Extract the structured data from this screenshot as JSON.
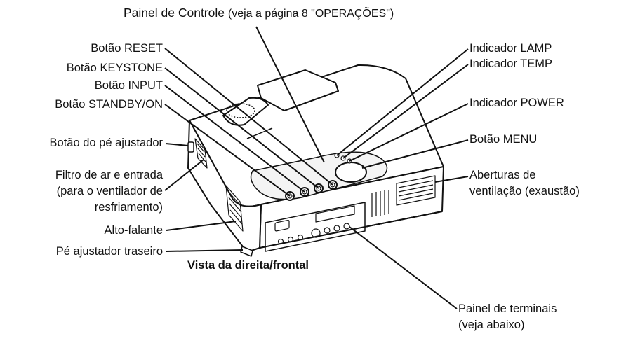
{
  "title": {
    "main": "Painel de Controle",
    "note": "(veja a página 8 \"OPERAÇÕES\")"
  },
  "left_labels": {
    "reset": "Botão RESET",
    "keystone": "Botão KEYSTONE",
    "input": "Botão INPUT",
    "standby": "Botão STANDBY/ON",
    "foot_button": "Botão do pé ajustador",
    "filter_1": "Filtro de ar e entrada",
    "filter_2": "(para o ventilador de",
    "filter_3": "resfriamento)",
    "speaker": "Alto-falante",
    "rear_foot": "Pé ajustador traseiro"
  },
  "right_labels": {
    "lamp": "Indicador LAMP",
    "temp": "Indicador TEMP",
    "power": "Indicador POWER",
    "menu": "Botão MENU",
    "vent_1": "Aberturas de",
    "vent_2": "ventilação (exaustão)",
    "terminal_1": "Painel de terminais",
    "terminal_2": "(veja abaixo)"
  },
  "caption": "Vista da direita/frontal",
  "colors": {
    "ink": "#111111",
    "body": "#ffffff",
    "shade": "#d8d8d8"
  }
}
